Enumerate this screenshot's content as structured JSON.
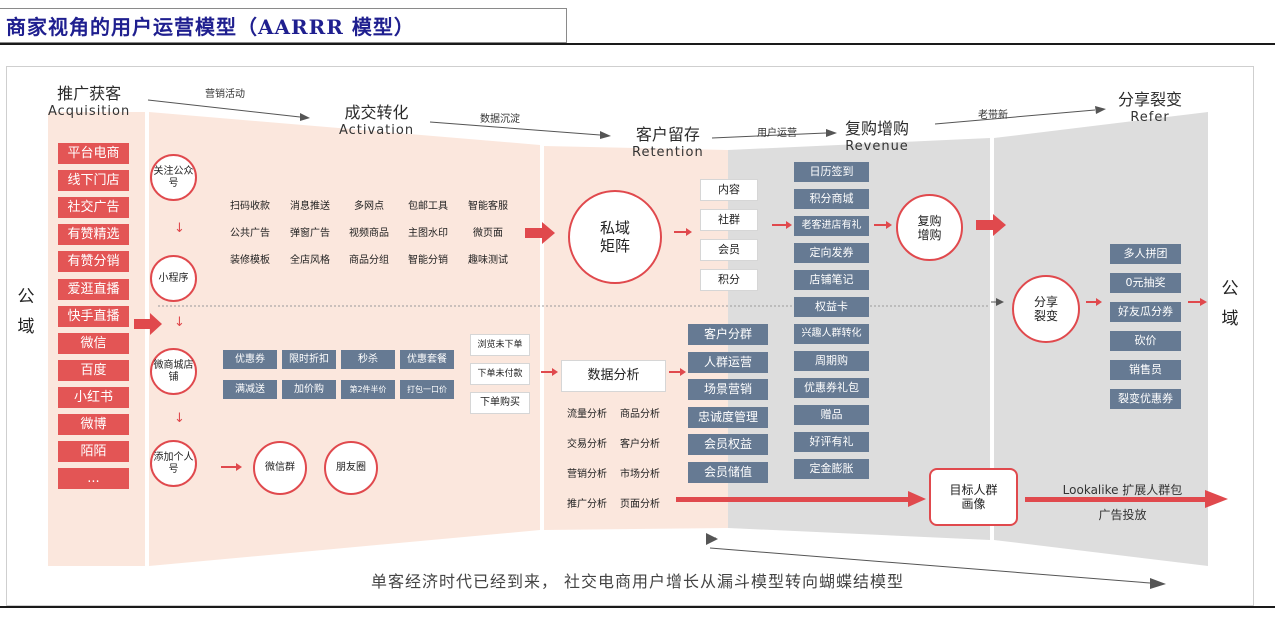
{
  "title": "商家视角的用户运营模型（AARRR 模型）",
  "stages": {
    "acquisition": {
      "zh": "推广获客",
      "en": "Acquisition"
    },
    "activation": {
      "zh": "成交转化",
      "en": "Activation"
    },
    "retention": {
      "zh": "客户留存",
      "en": "Retention"
    },
    "revenue": {
      "zh": "复购增购",
      "en": "Revenue"
    },
    "refer": {
      "zh": "分享裂变",
      "en": "Refer"
    }
  },
  "flow_labels": [
    "营销活动",
    "数据沉淀",
    "用户运营",
    "老带新"
  ],
  "side_left": "公域",
  "side_right": "公域",
  "acquisition_channels": [
    "平台电商",
    "线下门店",
    "社交广告",
    "有赞精选",
    "有赞分销",
    "爱逛直播",
    "快手直播",
    "微信",
    "百度",
    "小红书",
    "微博",
    "陌陌",
    "..."
  ],
  "activation": {
    "touchpoints": [
      "关注公众号",
      "小程序",
      "微商城店铺",
      "添加个人号"
    ],
    "tools_grid": [
      [
        "扫码收款",
        "消息推送",
        "多网点",
        "包邮工具",
        "智能客服"
      ],
      [
        "公共广告",
        "弹窗广告",
        "视频商品",
        "主图水印",
        "微页面"
      ],
      [
        "装修模板",
        "全店风格",
        "商品分组",
        "智能分销",
        "趣味测试"
      ]
    ],
    "promo_tools": [
      [
        "优惠券",
        "限时折扣",
        "秒杀",
        "优惠套餐"
      ],
      [
        "满减送",
        "加价购",
        "第2件半价",
        "打包一口价"
      ]
    ],
    "order_states": [
      "浏览未下单",
      "下单未付款",
      "下单购买"
    ],
    "social": [
      "微信群",
      "朋友圈"
    ]
  },
  "retention": {
    "matrix": "私域矩阵",
    "matrix_items": [
      "内容",
      "社群",
      "会员",
      "积分"
    ],
    "data_analysis_title": "数据分析",
    "analyses": [
      [
        "流量分析",
        "商品分析"
      ],
      [
        "交易分析",
        "客户分析"
      ],
      [
        "营销分析",
        "市场分析"
      ],
      [
        "推广分析",
        "页面分析"
      ]
    ],
    "operations": [
      "客户分群",
      "人群运营",
      "场景营销",
      "忠诚度管理",
      "会员权益",
      "会员储值"
    ]
  },
  "revenue": {
    "tools": [
      "日历签到",
      "积分商城",
      "老客进店有礼",
      "定向发券",
      "店铺笔记",
      "权益卡",
      "兴趣人群转化",
      "周期购",
      "优惠券礼包",
      "赠品",
      "好评有礼",
      "定金膨胀"
    ],
    "circle": "复购增购",
    "target": "目标人群画像"
  },
  "refer": {
    "circle": "分享裂变",
    "tools": [
      "多人拼团",
      "0元抽奖",
      "好友瓜分券",
      "砍价",
      "销售员",
      "裂变优惠券"
    ],
    "lookalike": "Lookalike 扩展人群包",
    "ads": "广告投放"
  },
  "caption": "单客经济时代已经到来， 社交电商用户增长从漏斗模型转向蝴蝶结模型",
  "colors": {
    "accent_red": "#e0494d",
    "box_red": "#e35555",
    "slate": "#667a93",
    "peach": "#fbe7dd",
    "gray": "#dddddd",
    "title_blue": "#1f1f8f"
  }
}
